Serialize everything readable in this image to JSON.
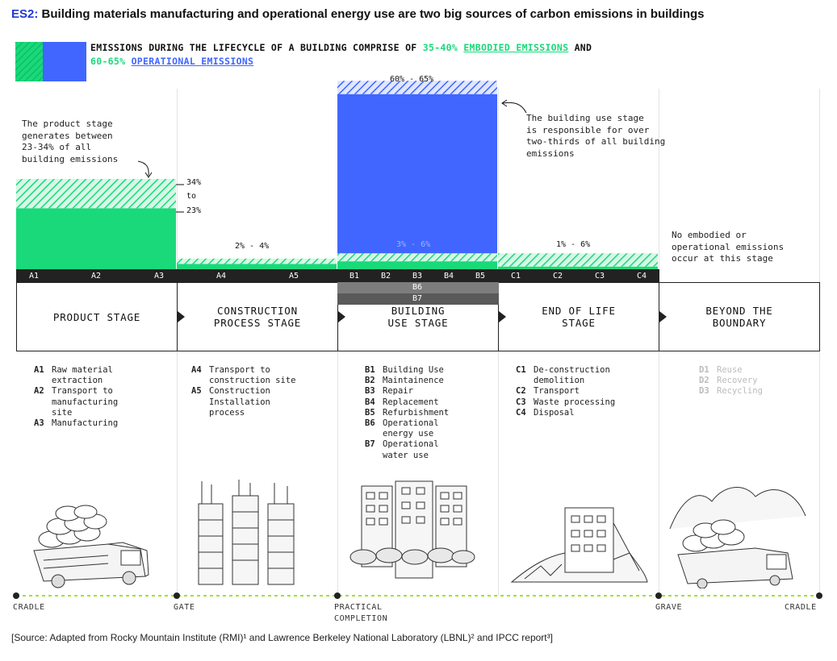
{
  "title": {
    "code": "ES2:",
    "text": "Building materials manufacturing and operational energy use are two big sources of carbon emissions in buildings"
  },
  "subtitle": {
    "part1": "EMISSIONS DURING THE LIFECYCLE OF A BUILDING COMPRISE OF ",
    "embodied_pct": "35-40%",
    "embodied_label": "EMBODIED EMISSIONS",
    "and": " AND",
    "operational_pct": "60-65%",
    "operational_label": "OPERATIONAL EMISSIONS"
  },
  "colors": {
    "embodied": "#19d97a",
    "operational": "#4066ff",
    "band": "#222222",
    "title_code": "#1f3ad6"
  },
  "annotations": {
    "product": "The product stage\ngenerates between\n23-34% of all\nbuilding emissions",
    "use": "The building use stage\nis responsible for over\ntwo-thirds of all building\nemissions",
    "beyond": "No embodied or\noperational emissions\noccur at this stage"
  },
  "chart_data": {
    "type": "bar",
    "unit": "% of lifecycle emissions",
    "bars": [
      {
        "stage": "PRODUCT STAGE",
        "range": [
          23,
          34
        ],
        "low_label": "23%",
        "mid_label": "to",
        "high_label": "34%"
      },
      {
        "stage": "CONSTRUCTION PROCESS STAGE",
        "range": [
          2,
          4
        ],
        "label": "2% - 4%"
      },
      {
        "stage": "BUILDING USE STAGE",
        "operational_range": [
          60,
          65
        ],
        "operational_label": "60% - 65%",
        "embodied_range": [
          3,
          6
        ],
        "embodied_label": "3% - 6%"
      },
      {
        "stage": "END OF LIFE STAGE",
        "range": [
          1,
          6
        ],
        "label": "1% - 6%"
      }
    ]
  },
  "band_codes": {
    "product": [
      "A1",
      "A2",
      "A3"
    ],
    "construction": [
      "A4",
      "A5"
    ],
    "use": [
      "B1",
      "B2",
      "B3",
      "B4",
      "B5"
    ],
    "use_extra": [
      "B6",
      "B7"
    ],
    "end": [
      "C1",
      "C2",
      "C3",
      "C4"
    ]
  },
  "stages": [
    {
      "name": "PRODUCT STAGE",
      "items": [
        {
          "k": "A1",
          "v": "Raw material\nextraction"
        },
        {
          "k": "A2",
          "v": "Transport to\nmanufacturing\nsite"
        },
        {
          "k": "A3",
          "v": "Manufacturing"
        }
      ]
    },
    {
      "name": "CONSTRUCTION\nPROCESS STAGE",
      "items": [
        {
          "k": "A4",
          "v": "Transport to\nconstruction site"
        },
        {
          "k": "A5",
          "v": "Construction\nInstallation\nprocess"
        }
      ]
    },
    {
      "name": "BUILDING\nUSE STAGE",
      "items": [
        {
          "k": "B1",
          "v": "Building Use"
        },
        {
          "k": "B2",
          "v": "Maintainence"
        },
        {
          "k": "B3",
          "v": "Repair"
        },
        {
          "k": "B4",
          "v": "Replacement"
        },
        {
          "k": "B5",
          "v": "Refurbishment"
        },
        {
          "k": "B6",
          "v": "Operational\nenergy use"
        },
        {
          "k": "B7",
          "v": "Operational\nwater use"
        }
      ]
    },
    {
      "name": "END OF LIFE\nSTAGE",
      "items": [
        {
          "k": "C1",
          "v": "De-construction\ndemolition"
        },
        {
          "k": "C2",
          "v": "Transport"
        },
        {
          "k": "C3",
          "v": "Waste processing"
        },
        {
          "k": "C4",
          "v": "Disposal"
        }
      ]
    },
    {
      "name": "BEYOND THE\nBOUNDARY",
      "items": [
        {
          "k": "D1",
          "v": "Reuse"
        },
        {
          "k": "D2",
          "v": "Recovery"
        },
        {
          "k": "D3",
          "v": "Recycling"
        }
      ]
    }
  ],
  "milestones": [
    "CRADLE",
    "GATE",
    "PRACTICAL\nCOMPLETION",
    "GRAVE",
    "CRADLE"
  ],
  "source": "[Source: Adapted from Rocky Mountain Institute (RMI)¹ and Lawrence Berkeley National Laboratory (LBNL)² and IPCC report³]"
}
